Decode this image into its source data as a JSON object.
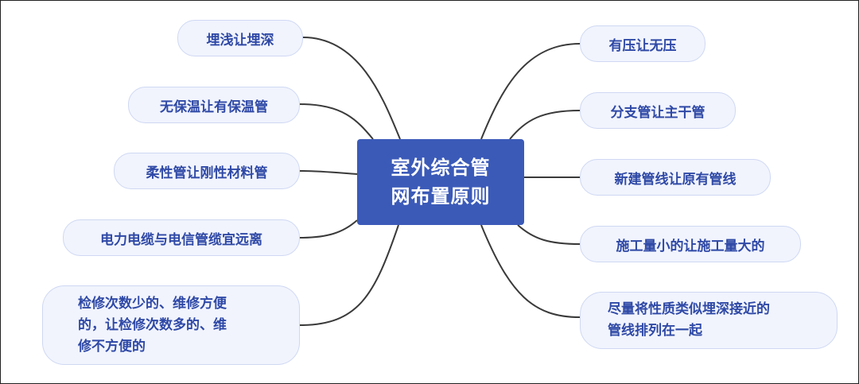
{
  "center": {
    "line1": "室外综合管",
    "line2": "网布置原则"
  },
  "left_nodes": [
    {
      "lines": [
        "埋浅让埋深"
      ]
    },
    {
      "lines": [
        "无保温让有保温管"
      ]
    },
    {
      "lines": [
        "柔性管让刚性材料管"
      ]
    },
    {
      "lines": [
        "电力电缆与电信管缆宜远离"
      ]
    },
    {
      "lines": [
        "检修次数少的、维修方便",
        "的，让检修次数多的、维",
        "修不方便的"
      ]
    }
  ],
  "right_nodes": [
    {
      "lines": [
        "有压让无压"
      ]
    },
    {
      "lines": [
        "分支管让主干管"
      ]
    },
    {
      "lines": [
        "新建管线让原有管线"
      ]
    },
    {
      "lines": [
        "施工量小的让施工量大的"
      ]
    },
    {
      "lines": [
        "尽量将性质类似埋深接近的",
        "管线排列在一起"
      ]
    }
  ],
  "colors": {
    "center_fill": "#3b5ab8",
    "node_fill": "#f1f4fd",
    "node_text": "#2f49a6",
    "connector": "#3a3a3a"
  }
}
